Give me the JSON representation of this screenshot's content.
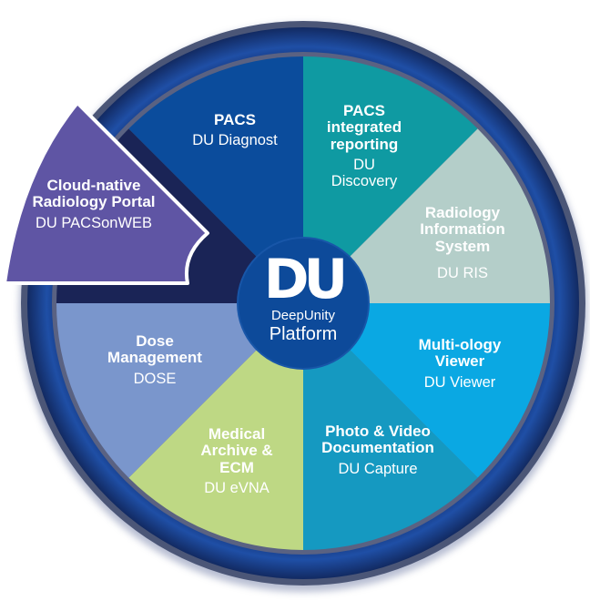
{
  "center": {
    "logo": "DU",
    "brand_line1": "DeepUnity",
    "brand_line2": "Platform"
  },
  "segments": [
    {
      "id": "pacs",
      "title": "PACS",
      "product": "DU Diagnost",
      "color": "#0b4c9c"
    },
    {
      "id": "pacs-reporting",
      "title": "PACS integrated reporting",
      "product": "DU Discovery",
      "color": "#0f9aa2"
    },
    {
      "id": "ris",
      "title": "Radiology Information System",
      "product": "DU RIS",
      "color": "#b4cec9"
    },
    {
      "id": "viewer",
      "title": "Multi-ology Viewer",
      "product": "DU Viewer",
      "color": "#0aa8e3"
    },
    {
      "id": "capture",
      "title": "Photo & Video Documentation",
      "product": "DU Capture",
      "color": "#1599c1"
    },
    {
      "id": "evna",
      "title": "Medical Archive & ECM",
      "product": "DU eVNA",
      "color": "#bed884"
    },
    {
      "id": "dose",
      "title": "Dose Management",
      "product": "DOSE",
      "color": "#7a96cc"
    },
    {
      "id": "portal",
      "title": "Cloud-native Radiology Portal",
      "product": "DU PACSonWEB",
      "color": "#5f55a4"
    }
  ],
  "colors": {
    "ring": "#17408c",
    "ring_edge": "#4a5478",
    "empty_slot": "#1a2456",
    "center": "#0d4a9a"
  }
}
